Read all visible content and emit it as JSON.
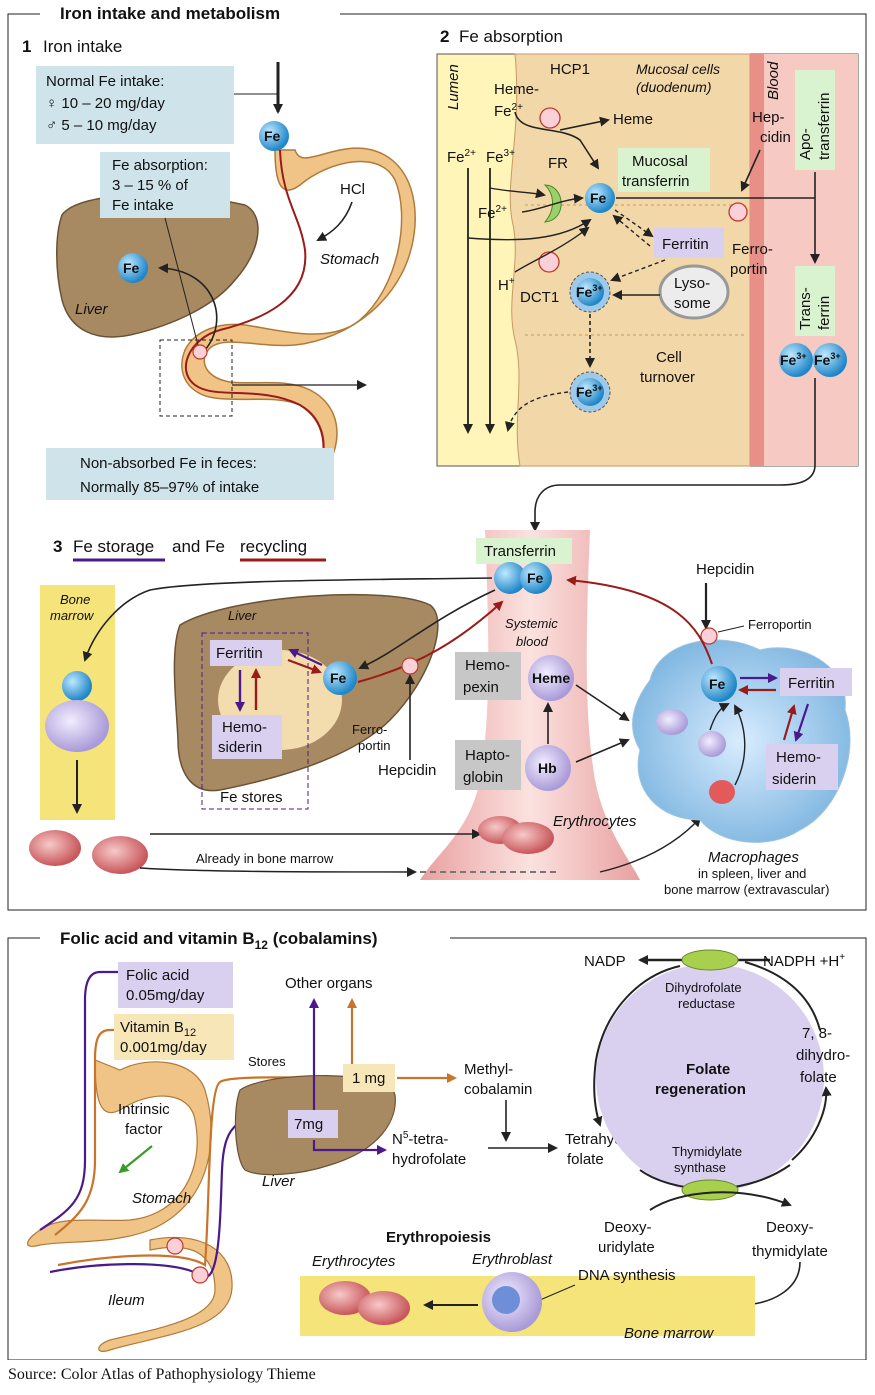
{
  "iron": {
    "title": "Iron intake and metabolism",
    "s1": {
      "num": "1",
      "title": "Iron intake",
      "intake_title": "Normal Fe intake:",
      "intake_f": "♀ 10 – 20 mg/day",
      "intake_m": "♂   5 – 10 mg/day",
      "abs_1": "Fe absorption:",
      "abs_2": "3 – 15 % of",
      "abs_3": "Fe intake",
      "fe": "Fe",
      "hcl": "HCl",
      "stomach": "Stomach",
      "liver": "Liver",
      "nonabs_1": "Non-absorbed Fe in feces:",
      "nonabs_2": "Normally 85–97% of intake"
    },
    "s2": {
      "num": "2",
      "title": "Fe absorption",
      "lumen": "Lumen",
      "mucosal_1": "Mucosal cells",
      "mucosal_2": "(duodenum)",
      "blood": "Blood",
      "hcp1": "HCP1",
      "heme_fe_1": "Heme-",
      "heme_fe_2": "Fe",
      "heme": "Heme",
      "fe2": "Fe",
      "fe3": "Fe",
      "fr": "FR",
      "mucosal_tf_1": "Mucosal",
      "mucosal_tf_2": "transferrin",
      "hepcidin_1": "Hep-",
      "hepcidin_2": "cidin",
      "apo_1": "Apo-",
      "apo_2": "transferrin",
      "fe": "Fe",
      "ferritin": "Ferritin",
      "ferro_1": "Ferro-",
      "ferro_2": "portin",
      "h": "H",
      "dct1": "DCT1",
      "lyso_1": "Lyso-",
      "lyso_2": "some",
      "turnover_1": "Cell",
      "turnover_2": "turnover",
      "trans_1": "Trans-",
      "trans_2": "ferrin"
    },
    "s3": {
      "num": "3",
      "title_a": "Fe storage",
      "title_and": "and Fe",
      "title_b": "recycling",
      "transferrin": "Transferrin",
      "fe": "Fe",
      "bone_marrow_1": "Bone",
      "bone_marrow_2": "marrow",
      "liver": "Liver",
      "ferritin": "Ferritin",
      "hemo_1": "Hemo-",
      "hemo_2": "siderin",
      "fe_stores": "Fe stores",
      "ferro_1": "Ferro-",
      "ferro_2": "portin",
      "hepcidin": "Hepcidin",
      "systemic_1": "Systemic",
      "systemic_2": "blood",
      "hemopexin_1": "Hemo-",
      "hemopexin_2": "pexin",
      "heme": "Heme",
      "haptoglobin_1": "Hapto-",
      "haptoglobin_2": "globin",
      "hb": "Hb",
      "erythrocytes": "Erythrocytes",
      "already": "Already in bone marrow",
      "hepcidin_r": "Hepcidin",
      "ferroportin_r": "Ferroportin",
      "ferritin_r": "Ferritin",
      "hemo_r_1": "Hemo-",
      "hemo_r_2": "siderin",
      "macro_1": "Macrophages",
      "macro_2": "in spleen, liver and",
      "macro_3": "bone marrow (extravascular)"
    }
  },
  "folic": {
    "title_a": "Folic acid and vitamin B",
    "title_sub": "12",
    "title_b": " (cobalamins)",
    "folic_1": "Folic acid",
    "folic_2": "0.05mg/day",
    "b12_1a": "Vitamin B",
    "b12_1sub": "12",
    "b12_2": "0.001mg/day",
    "intrinsic_1": "Intrinsic",
    "intrinsic_2": "factor",
    "stomach": "Stomach",
    "ileum": "Ileum",
    "other_organs": "Other organs",
    "stores": "Stores",
    "one_mg": "1 mg",
    "seven_mg": "7mg",
    "liver": "Liver",
    "methyl_1": "Methyl-",
    "methyl_2": "cobalamin",
    "n5_1a": "N",
    "n5_1sup": "5",
    "n5_1b": "-tetra-",
    "n5_2": "hydrofolate",
    "thf_1": "Tetrahydro-",
    "thf_2": "folate",
    "nadp": "NADP",
    "nadph": "NADPH +H",
    "dhfr_1": "Dihydrofolate",
    "dhfr_2": "reductase",
    "folate_1": "Folate",
    "folate_2": "regeneration",
    "dhf_1": "7, 8-",
    "dhf_2": "dihydro-",
    "dhf_3": "folate",
    "ts_1": "Thymidylate",
    "ts_2": "synthase",
    "dump_1": "Deoxy-",
    "dump_2": "uridylate",
    "dtmp_1": "Deoxy-",
    "dtmp_2": "thymidylate",
    "erythropoiesis": "Erythropoiesis",
    "erythrocytes": "Erythrocytes",
    "erythroblast": "Erythroblast",
    "dna": "DNA synthesis",
    "bone_marrow": "Bone marrow"
  },
  "source": "Source: Color Atlas of Pathophysiology Thieme",
  "colors": {
    "purple": "#4a1a8c",
    "dark_red": "#9b1b1b",
    "orange": "#c8742a",
    "fe_blue": "#2a9ad8",
    "box_blue": "#cfe3ea",
    "box_green": "#d9f2d0",
    "box_lilac": "#d9d0f0",
    "panel_yellow": "#fff5b8",
    "panel_tan": "#f2d7a8"
  }
}
